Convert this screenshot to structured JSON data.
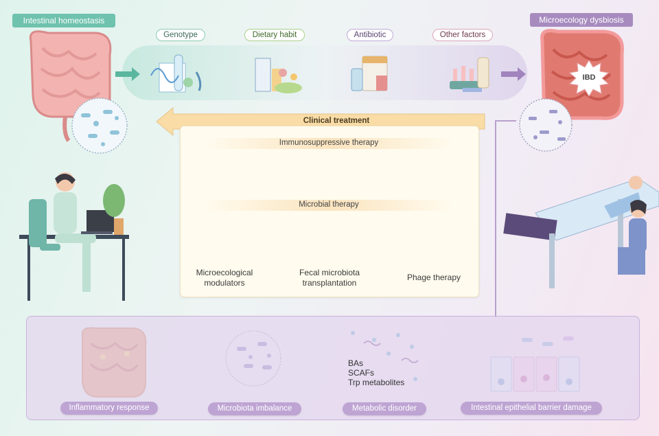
{
  "header": {
    "left_tag": "Intestinal homeostasis",
    "right_tag": "Microecology dysbiosis"
  },
  "factors": [
    "Genotype",
    "Dietary habit",
    "Antibiotic",
    "Other factors"
  ],
  "ibd_label": "IBD",
  "clinical": {
    "title": "Clinical treatment",
    "immuno_title": "Immunosuppressive therapy",
    "microbial_title": "Microbial therapy",
    "therapies": [
      {
        "line1": "Microecological",
        "line2": "modulators"
      },
      {
        "line1": "Fecal microbiota",
        "line2": "transplantation"
      },
      {
        "line1": "Phage therapy",
        "line2": ""
      }
    ]
  },
  "consequences": {
    "metabolites": [
      "BAs",
      "SCAFs",
      "Trp metabolites"
    ],
    "labels": [
      "Inflammatory response",
      "Microbiota imbalance",
      "Metabolic disorder",
      "Intestinal epithelial barrier damage"
    ]
  },
  "colors": {
    "green_tag": "#6fc2ad",
    "purple_tag": "#a78bbf",
    "pill": "#bea4d3",
    "arrow_orange": "#f9dca6"
  }
}
